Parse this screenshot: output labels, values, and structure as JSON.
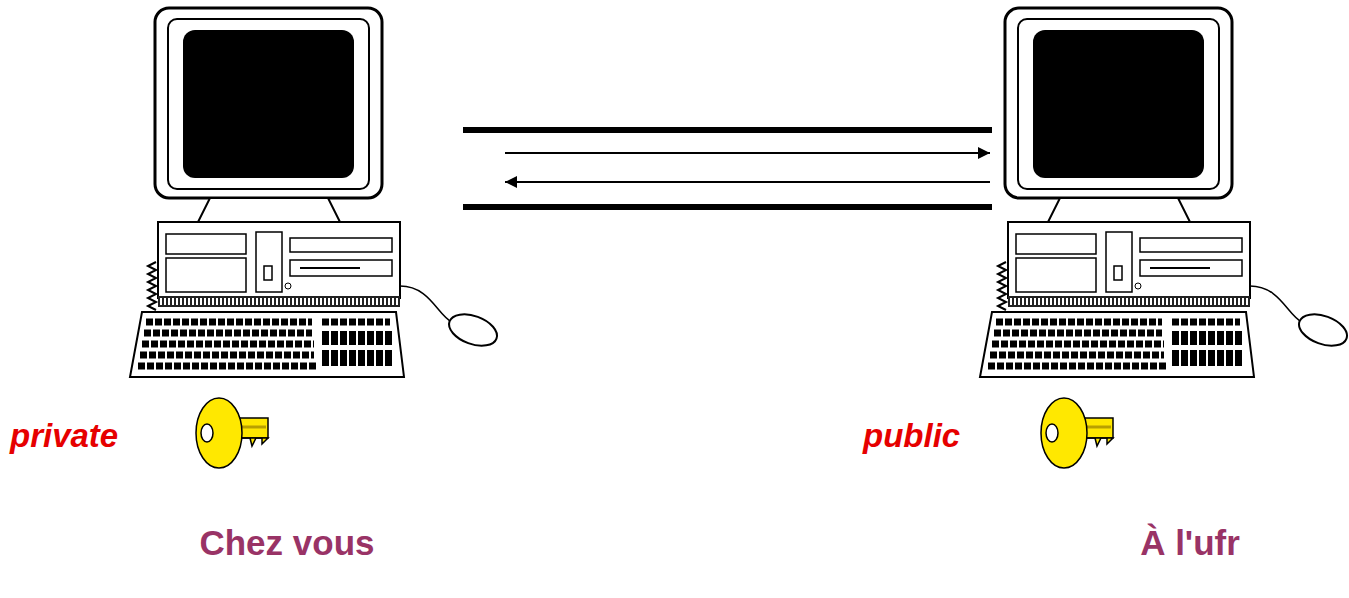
{
  "diagram": {
    "nodes": [
      {
        "text": [
          "private",
          "Chez vous"
        ]
      },
      {
        "text": [
          "public",
          "À l'ufr"
        ]
      }
    ],
    "edges": [
      {
        "from": 0,
        "to": 1,
        "arrow": "to"
      },
      {
        "from": 1,
        "to": 0,
        "arrow": "to"
      }
    ]
  }
}
